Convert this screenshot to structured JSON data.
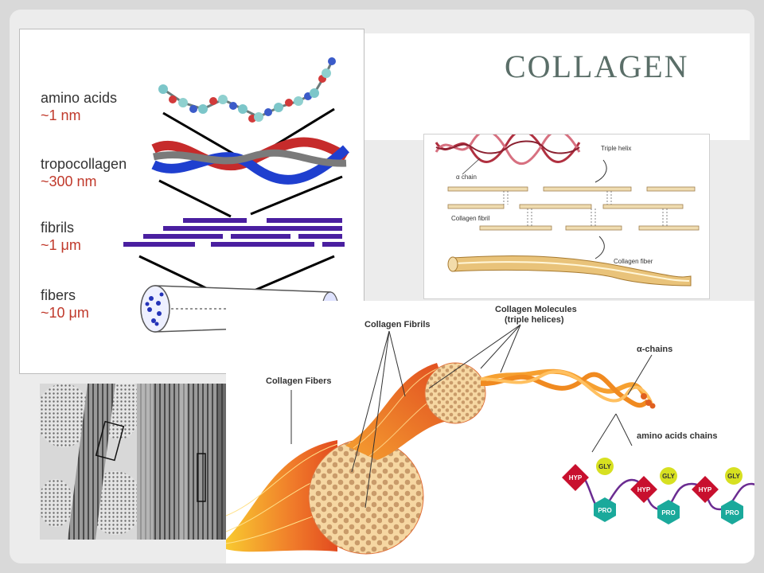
{
  "slide": {
    "title": "COLLAGEN"
  },
  "panel1": {
    "levels": [
      {
        "label": "amino acids",
        "size": "~1 nm"
      },
      {
        "label": "tropocollagen",
        "size": "~300 nm"
      },
      {
        "label": "fibrils",
        "size": "~1 μm"
      },
      {
        "label": "fibers",
        "size": "~10 μm"
      }
    ]
  },
  "panel2": {
    "labels": {
      "triple_helix": "Triple helix",
      "alpha_chain": "α chain",
      "collagen_fibril": "Collagen fibril",
      "collagen_fiber": "Collagen fiber"
    }
  },
  "panel4": {
    "labels": {
      "collagen_molecules": "Collagen Molecules",
      "triple_helices": "(triple helices)",
      "collagen_fibrils": "Collagen Fibrils",
      "alpha_chains": "α-chains",
      "collagen_fibers": "Collagen Fibers",
      "amino_acids_chains": "amino acids chains"
    },
    "amino_acids": {
      "hyp": "HYP",
      "gly": "GLY",
      "pro": "PRO"
    },
    "colors": {
      "hyp": "#c8102e",
      "gly": "#d7e021",
      "pro": "#1aa99b",
      "chain": "#6b2c91"
    }
  }
}
